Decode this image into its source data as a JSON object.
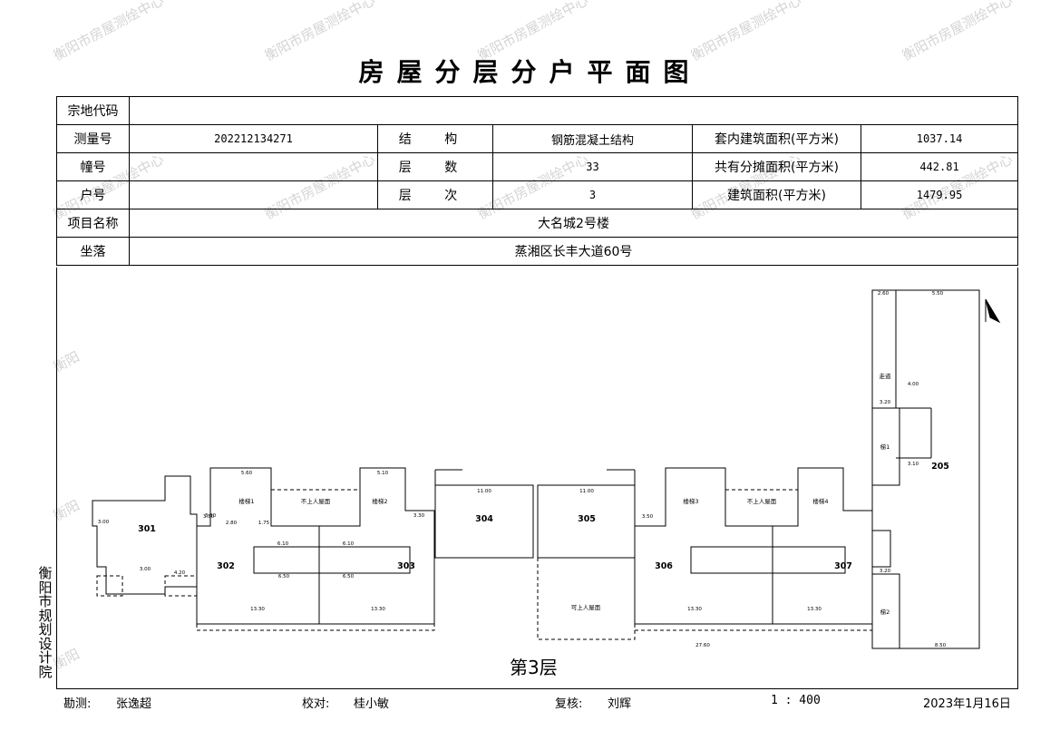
{
  "page": {
    "title": "房屋分层分户平面图"
  },
  "watermark": {
    "text": "衡阳市房屋测绘中心",
    "short": "衡阳"
  },
  "info": {
    "parcel_code_label": "宗地代码",
    "parcel_code": "",
    "survey_no_label": "测量号",
    "survey_no": "202212134271",
    "structure_label": "结 构",
    "structure": "钢筋混凝土结构",
    "inner_area_label": "套内建筑面积(平方米)",
    "inner_area": "1037.14",
    "building_no_label": "幢号",
    "building_no": "",
    "floors_label": "层 数",
    "floors": "33",
    "shared_area_label": "共有分摊面积(平方米)",
    "shared_area": "442.81",
    "unit_no_label": "户号",
    "unit_no": "",
    "floor_level_label": "层 次",
    "floor_level": "3",
    "build_area_label": "建筑面积(平方米)",
    "build_area": "1479.95",
    "project_label": "项目名称",
    "project": "大名城2号楼",
    "location_label": "坐落",
    "location": "蒸湘区长丰大道60号"
  },
  "plan": {
    "floor_label": "第3层",
    "units": [
      "301",
      "302",
      "303",
      "304",
      "305",
      "306",
      "307",
      "205"
    ],
    "stairs": [
      "楼梯1",
      "楼梯2",
      "楼梯3",
      "楼梯4"
    ],
    "rooms": [
      "不上人屋面",
      "可上人屋面",
      "走道",
      "梯1",
      "梯2"
    ],
    "dims": [
      "5.60",
      "5.10",
      "11.00",
      "11.00",
      "13.30",
      "13.30",
      "13.30",
      "13.30",
      "27.60",
      "6.10",
      "6.10",
      "6.50",
      "6.50",
      "3.30",
      "3.30",
      "4.00",
      "2.60",
      "5.50",
      "3.20",
      "3.20",
      "8.50",
      "4.20",
      "3.00",
      "3.00",
      "3.50",
      "3.50",
      "2.80",
      "1.75",
      "3.10"
    ]
  },
  "org_vertical": "衡阳市规划设计院",
  "footer": {
    "survey_label": "勘测:",
    "surveyor": "张逸超",
    "check_label": "校对:",
    "checker": "桂小敏",
    "review_label": "复核:",
    "reviewer": "刘辉",
    "scale": "1 : 400",
    "date": "2023年1月16日"
  }
}
